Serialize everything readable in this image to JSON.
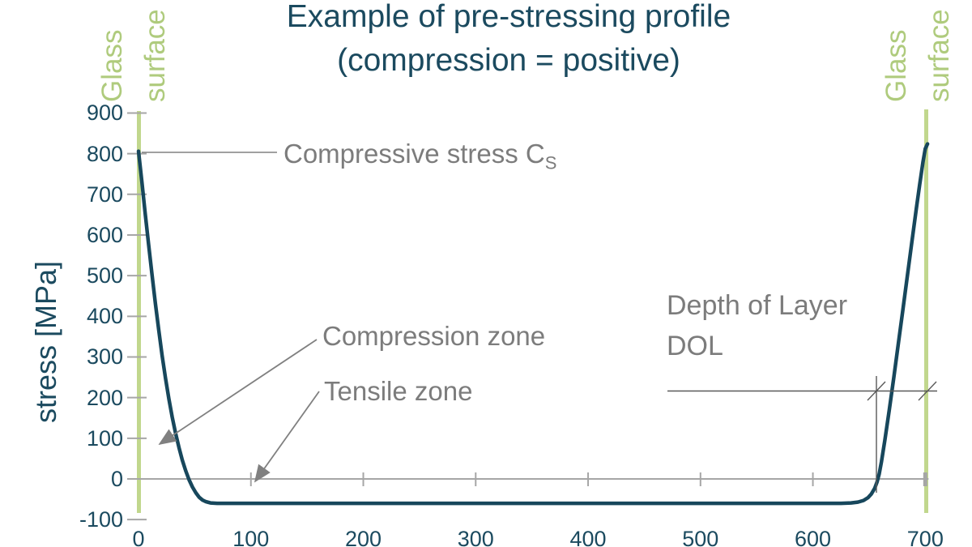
{
  "title": {
    "line1": "Example of pre-stressing profile",
    "line2": "(compression = positive)"
  },
  "left_surface_label": {
    "line1": "Glass",
    "line2": "surface"
  },
  "right_surface_label": {
    "line1": "Glass",
    "line2": "surface"
  },
  "y_axis_title": "stress [MPa]",
  "annotations": {
    "compressive_stress": {
      "text": "Compressive stress C",
      "sub": "S"
    },
    "compression_zone": "Compression zone",
    "tensile_zone": "Tensile zone",
    "depth_of_layer_line1": "Depth of Layer",
    "depth_of_layer_line2": "DOL"
  },
  "colors": {
    "teal": "#1b4a5f",
    "curve": "#17475c",
    "green_line": "#c1d78d",
    "green_text": "#afcb7d",
    "gray_text": "#7c7c7c",
    "gray_line": "#a6a6a6",
    "dim_line": "#595959",
    "arrow": "#808080"
  },
  "chart_data": {
    "type": "line",
    "title": "Example of pre-stressing profile (compression = positive)",
    "xlabel": "",
    "ylabel": "stress [MPa]",
    "xlim": [
      0,
      700
    ],
    "ylim": [
      -100,
      900
    ],
    "x_ticks": [
      0,
      100,
      200,
      300,
      400,
      500,
      600,
      700
    ],
    "y_ticks": [
      900,
      800,
      700,
      600,
      500,
      400,
      300,
      200,
      100,
      0,
      -100
    ],
    "grid": "zero-line-only",
    "legend": "none",
    "series": [
      {
        "name": "pre-stressing profile",
        "points": [
          [
            0,
            806
          ],
          [
            3,
            730
          ],
          [
            6,
            652
          ],
          [
            9,
            576
          ],
          [
            12,
            502
          ],
          [
            15,
            432
          ],
          [
            18,
            366
          ],
          [
            21,
            304
          ],
          [
            24,
            248
          ],
          [
            27,
            197
          ],
          [
            30,
            152
          ],
          [
            33,
            112
          ],
          [
            36,
            77
          ],
          [
            39,
            46
          ],
          [
            42,
            20
          ],
          [
            45,
            -2
          ],
          [
            48,
            -20
          ],
          [
            51,
            -34
          ],
          [
            54,
            -45
          ],
          [
            57,
            -52
          ],
          [
            60,
            -56
          ],
          [
            64,
            -59
          ],
          [
            70,
            -60
          ],
          [
            100,
            -60
          ],
          [
            200,
            -60
          ],
          [
            300,
            -60
          ],
          [
            400,
            -60
          ],
          [
            500,
            -60
          ],
          [
            600,
            -60
          ],
          [
            625,
            -60
          ],
          [
            634,
            -59
          ],
          [
            640,
            -57
          ],
          [
            645,
            -53
          ],
          [
            649,
            -46
          ],
          [
            652,
            -37
          ],
          [
            655,
            -23
          ],
          [
            657,
            -8
          ],
          [
            659,
            12
          ],
          [
            661,
            42
          ],
          [
            664,
            95
          ],
          [
            668,
            170
          ],
          [
            672,
            250
          ],
          [
            676,
            332
          ],
          [
            680,
            415
          ],
          [
            684,
            498
          ],
          [
            688,
            582
          ],
          [
            692,
            664
          ],
          [
            695,
            724
          ],
          [
            698,
            780
          ],
          [
            700,
            812
          ],
          [
            702,
            824
          ]
        ]
      }
    ],
    "annotations_meaning": {
      "compressive_stress_CS": "surface compressive stress, approx. 800 MPa at x = 0",
      "tensile_zone_level": "interior tensile stress approx. -60 MPa",
      "DOL": "depth of compression layer, approx. 40-45 units from each glass surface",
      "glass_surfaces_at": [
        0,
        700
      ]
    }
  }
}
